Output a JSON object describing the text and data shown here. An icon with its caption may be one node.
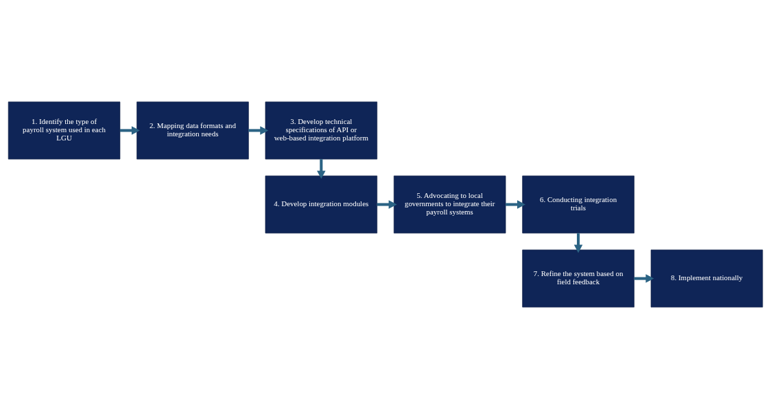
{
  "diagram": {
    "nodes": [
      {
        "text": [
          "1. Identify the type of payroll system used in each LGU"
        ]
      },
      {
        "text": [
          "2. Mapping data formats and integration needs"
        ]
      },
      {
        "text": [
          "3. Develop technical specifications of API or web-based integration platform"
        ]
      },
      {
        "text": [
          "4. Develop integration modules"
        ]
      },
      {
        "text": [
          "5. Advocating to local governments to integrate their payroll systems"
        ]
      },
      {
        "text": [
          "6. Conducting integration trials"
        ]
      },
      {
        "text": [
          "7. Refine the system based on field feedback"
        ]
      },
      {
        "text": [
          "8. Implement nationally"
        ]
      }
    ],
    "edges": [
      {
        "from": 0,
        "to": 1,
        "arrow": "to"
      },
      {
        "from": 1,
        "to": 2,
        "arrow": "to"
      },
      {
        "from": 2,
        "to": 3,
        "arrow": "to"
      },
      {
        "from": 3,
        "to": 4,
        "arrow": "to"
      },
      {
        "from": 4,
        "to": 5,
        "arrow": "to"
      },
      {
        "from": 5,
        "to": 6,
        "arrow": "to"
      },
      {
        "from": 6,
        "to": 7,
        "arrow": "to"
      }
    ]
  }
}
